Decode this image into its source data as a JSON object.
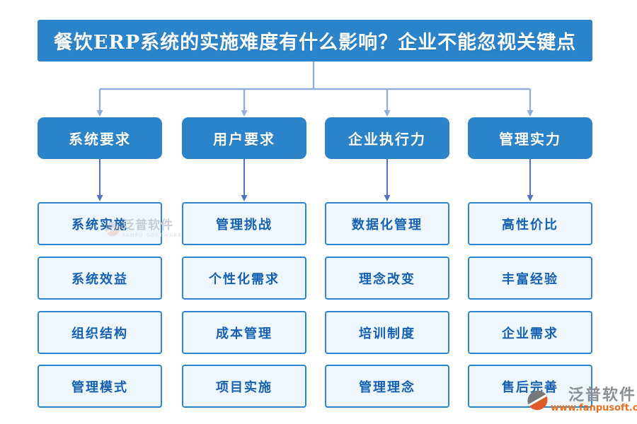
{
  "title": "餐饮ERP系统的实施难度有什么影响？企业不能忽视关键点",
  "columns": [
    {
      "header": "系统要求",
      "items": [
        "系统实施",
        "系统效益",
        "组织结构",
        "管理模式"
      ]
    },
    {
      "header": "用户要求",
      "items": [
        "管理挑战",
        "个性化需求",
        "成本管理",
        "项目实施"
      ]
    },
    {
      "header": "企业执行力",
      "items": [
        "数据化管理",
        "理念改变",
        "培训制度",
        "管理理念"
      ]
    },
    {
      "header": "管理实力",
      "items": [
        "高性价比",
        "丰富经验",
        "企业需求",
        "售后完善"
      ]
    }
  ],
  "watermark_center": {
    "brand": "泛普软件",
    "subtitle": "FANPU SOFTWARE"
  },
  "logo": {
    "brand": "泛普软件",
    "url": "www.fanpusoft.com"
  },
  "colors": {
    "primary_blue": "#2B84C9",
    "item_fill": "#EFF7FE",
    "item_border": "#2E85D0",
    "item_text": "#1760B2",
    "tree_connector": "#94ACDE",
    "drop_arrow": "#5273C4",
    "logo_orange": "#E8711F",
    "logo_gray": "#8A8F95"
  }
}
